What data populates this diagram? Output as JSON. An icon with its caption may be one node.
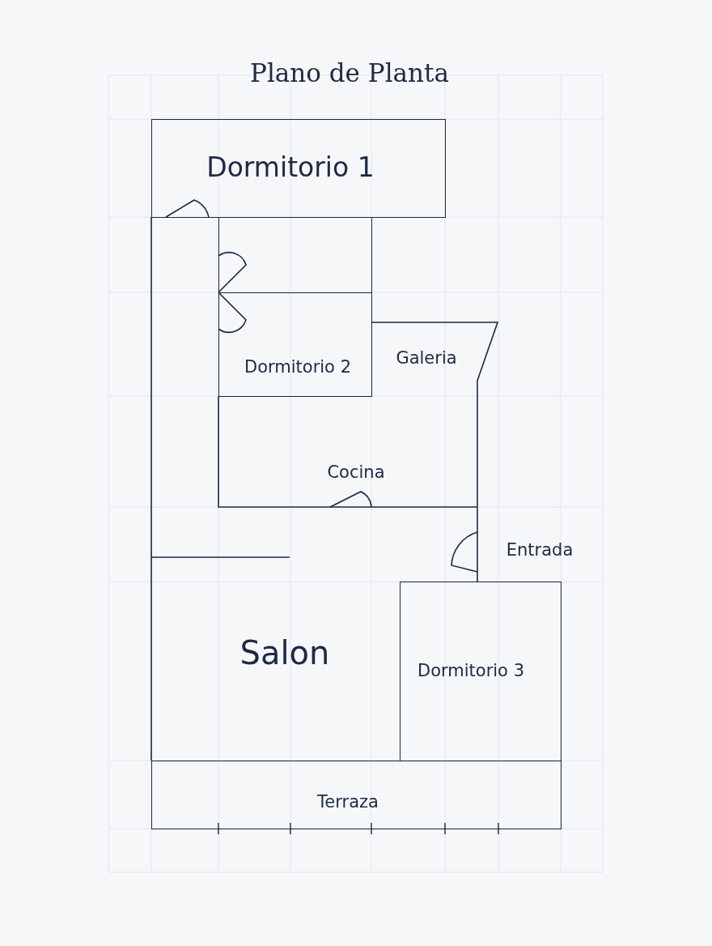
{
  "diagram": {
    "title": "Plano de Planta",
    "nodes": [
      {
        "text": [
          "Dormitorio 1"
        ]
      },
      {
        "text": [],
        "shape": "box"
      },
      {
        "text": [
          "Dormitorio 2"
        ]
      },
      {
        "text": [
          "Galeria"
        ]
      },
      {
        "text": [
          "Cocina"
        ]
      },
      {
        "text": [
          "Salon"
        ]
      },
      {
        "text": [
          "Dormitorio 3"
        ]
      },
      {
        "text": [
          "Terraza"
        ]
      }
    ],
    "edges": [],
    "labels": [
      "Entrada"
    ]
  }
}
